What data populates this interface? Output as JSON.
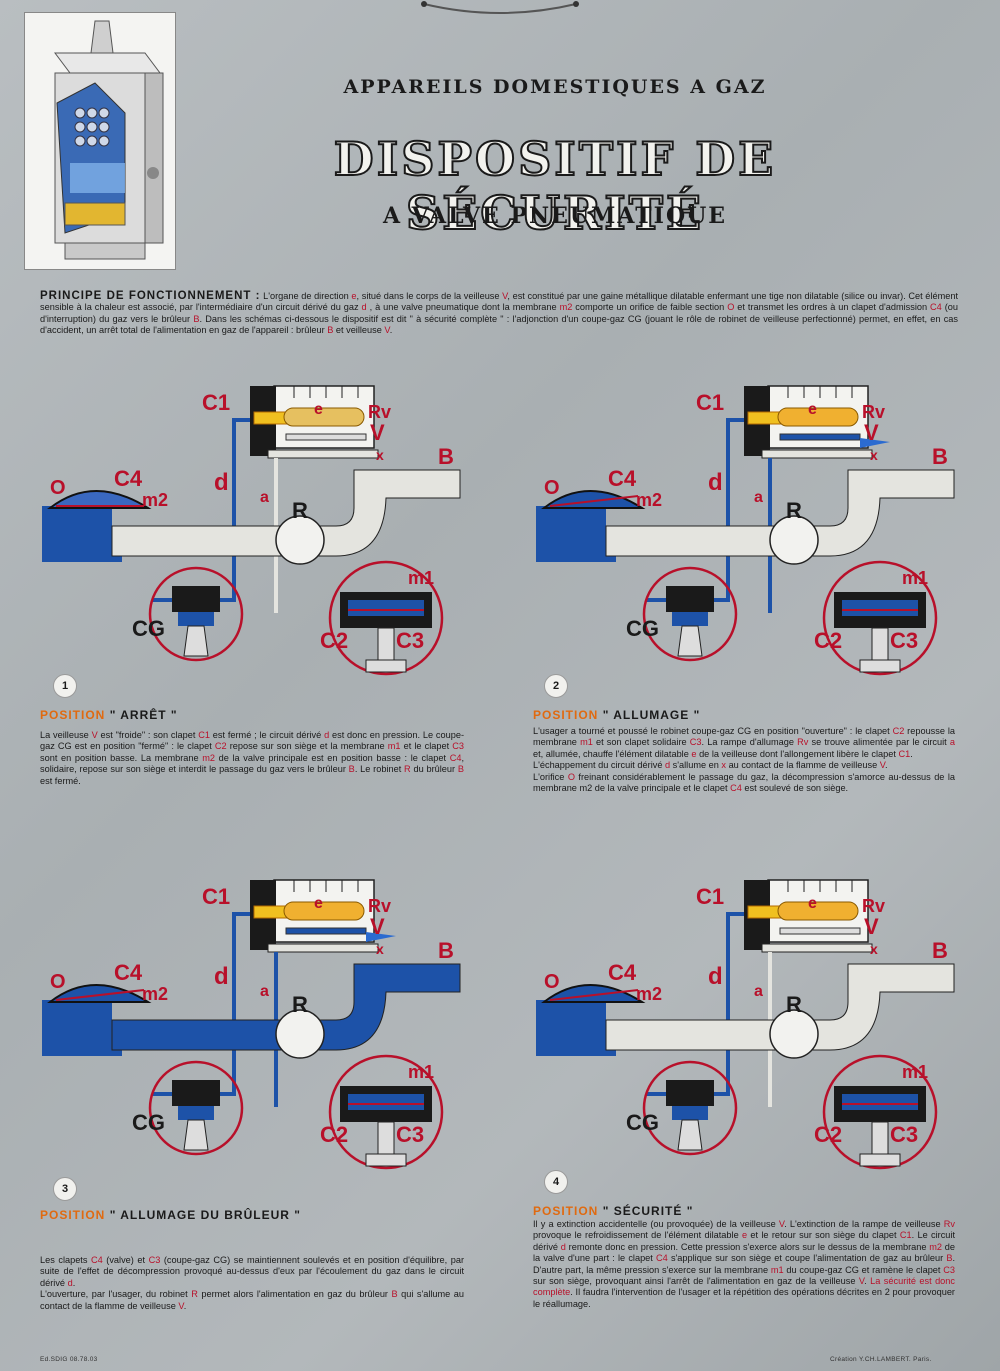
{
  "header": {
    "line1": "APPAREILS DOMESTIQUES A GAZ",
    "line2": "DISPOSITIF DE SÉCURITÉ",
    "line3": "A VALVE PNEUMATIQUE"
  },
  "principle": {
    "heading": "PRINCIPE DE FONCTIONNEMENT :",
    "segments": [
      {
        "t": "L'organe de direction ",
        "r": false
      },
      {
        "t": "e",
        "r": true
      },
      {
        "t": ", situé dans le corps de la veilleuse ",
        "r": false
      },
      {
        "t": "V",
        "r": true
      },
      {
        "t": ", est constitué par une gaine métallique dilatable enfermant une tige non dilatable (silice ou invar). Cet élément sensible à la chaleur est associé, par l'intermédiaire d'un circuit dérivé du gaz ",
        "r": false
      },
      {
        "t": "d",
        "r": true
      },
      {
        "t": " , à une valve pneumatique dont la membrane ",
        "r": false
      },
      {
        "t": "m2",
        "r": true
      },
      {
        "t": " comporte un orifice de faible section ",
        "r": false
      },
      {
        "t": "O",
        "r": true
      },
      {
        "t": " et transmet les ordres à un clapet d'admission ",
        "r": false
      },
      {
        "t": "C4",
        "r": true
      },
      {
        "t": " (ou d'interruption) du gaz vers le brûleur ",
        "r": false
      },
      {
        "t": "B",
        "r": true
      },
      {
        "t": ". Dans les schémas ci-dessous le dispositif est dit \" à sécurité complète \" : l'adjonction d'un coupe-gaz CG (jouant le rôle de robinet de veilleuse perfectionné) permet, en effet, en cas d'accident, un arrêt total de l'alimentation en gaz de l'appareil : brûleur ",
        "r": false
      },
      {
        "t": "B",
        "r": true
      },
      {
        "t": " et veilleuse ",
        "r": false
      },
      {
        "t": "V",
        "r": true
      },
      {
        "t": ".",
        "r": false
      }
    ]
  },
  "labels": {
    "C1": "C1",
    "e": "e",
    "Rv": "Rv",
    "V": "V",
    "x": "x",
    "B": "B",
    "O": "O",
    "C4": "C4",
    "m2": "m2",
    "d": "d",
    "a": "a",
    "R": "R",
    "m1": "m1",
    "CG": "CG",
    "C2": "C2",
    "C3": "C3"
  },
  "panels": [
    {
      "num": "1",
      "pos_word": "POSITION",
      "pos_name": "\" ARRÊT \"",
      "paragraphs": [
        [
          {
            "t": "La veilleuse ",
            "r": false
          },
          {
            "t": "V",
            "r": true
          },
          {
            "t": " est \"froide\" : son clapet ",
            "r": false
          },
          {
            "t": "C1",
            "r": true
          },
          {
            "t": " est fermé ; le circuit dérivé ",
            "r": false
          },
          {
            "t": "d",
            "r": true
          },
          {
            "t": " est donc en pression. Le coupe-gaz CG est en position \"fermé\" : le clapet ",
            "r": false
          },
          {
            "t": "C2",
            "r": true
          },
          {
            "t": " repose sur son siège et la membrane ",
            "r": false
          },
          {
            "t": "m1",
            "r": true
          },
          {
            "t": " et le clapet ",
            "r": false
          },
          {
            "t": "C3",
            "r": true
          },
          {
            "t": " sont en position basse. La membrane ",
            "r": false
          },
          {
            "t": "m2",
            "r": true
          },
          {
            "t": " de la valve principale est en position basse : le clapet ",
            "r": false
          },
          {
            "t": "C4",
            "r": true
          },
          {
            "t": ", solidaire, repose sur son siège et interdit le passage du gaz vers le brûleur ",
            "r": false
          },
          {
            "t": "B",
            "r": true
          },
          {
            "t": ". Le robinet ",
            "r": false
          },
          {
            "t": "R",
            "r": true
          },
          {
            "t": " du brûleur ",
            "r": false
          },
          {
            "t": "B",
            "r": true
          },
          {
            "t": " est fermé.",
            "r": false
          }
        ]
      ]
    },
    {
      "num": "2",
      "pos_word": "POSITION",
      "pos_name": "\" ALLUMAGE \"",
      "paragraphs": [
        [
          {
            "t": "L'usager a tourné et poussé le robinet coupe-gaz CG en position \"ouverture\" : le clapet ",
            "r": false
          },
          {
            "t": "C2",
            "r": true
          },
          {
            "t": " repousse la membrane ",
            "r": false
          },
          {
            "t": "m1",
            "r": true
          },
          {
            "t": " et son clapet solidaire ",
            "r": false
          },
          {
            "t": "C3",
            "r": true
          },
          {
            "t": ". La rampe d'allumage ",
            "r": false
          },
          {
            "t": "Rv",
            "r": true
          },
          {
            "t": " se trouve alimentée par le circuit ",
            "r": false
          },
          {
            "t": "a",
            "r": true
          },
          {
            "t": " et, allumée, chauffe l'élément dilatable ",
            "r": false
          },
          {
            "t": "e",
            "r": true
          },
          {
            "t": " de la veilleuse dont l'allongement libère le clapet ",
            "r": false
          },
          {
            "t": "C1",
            "r": true
          },
          {
            "t": ".",
            "r": false
          }
        ],
        [
          {
            "t": "L'échappement du circuit dérivé ",
            "r": false
          },
          {
            "t": "d",
            "r": true
          },
          {
            "t": " s'allume en ",
            "r": false
          },
          {
            "t": "x",
            "r": true
          },
          {
            "t": " au contact de la flamme de veilleuse ",
            "r": false
          },
          {
            "t": "V",
            "r": true
          },
          {
            "t": ".",
            "r": false
          }
        ],
        [
          {
            "t": "L'orifice ",
            "r": false
          },
          {
            "t": "O",
            "r": true
          },
          {
            "t": " freinant considérablement le passage du gaz, la décompression s'amorce au-dessus de la membrane m2 de la valve principale et le clapet ",
            "r": false
          },
          {
            "t": "C4",
            "r": true
          },
          {
            "t": " est soulevé de son siège.",
            "r": false
          }
        ]
      ]
    },
    {
      "num": "3",
      "pos_word": "POSITION",
      "pos_name": "\" ALLUMAGE DU BRÛLEUR \"",
      "paragraphs": [
        [
          {
            "t": "Les clapets ",
            "r": false
          },
          {
            "t": "C4",
            "r": true
          },
          {
            "t": " (valve) et ",
            "r": false
          },
          {
            "t": "C3",
            "r": true
          },
          {
            "t": " (coupe-gaz CG) se maintiennent soulevés et en position d'équilibre, par suite de l'effet de décompression provoqué au-dessus d'eux par l'écoulement du gaz dans le circuit dérivé ",
            "r": false
          },
          {
            "t": "d",
            "r": true
          },
          {
            "t": ".",
            "r": false
          }
        ],
        [
          {
            "t": "L'ouverture, par l'usager, du robinet ",
            "r": false
          },
          {
            "t": "R",
            "r": true
          },
          {
            "t": " permet alors l'alimentation en gaz du brûleur ",
            "r": false
          },
          {
            "t": "B",
            "r": true
          },
          {
            "t": " qui s'allume au contact de la flamme de veilleuse ",
            "r": false
          },
          {
            "t": "V",
            "r": true
          },
          {
            "t": ".",
            "r": false
          }
        ]
      ]
    },
    {
      "num": "4",
      "pos_word": "POSITION",
      "pos_name": "\" SÉCURITÉ \"",
      "paragraphs": [
        [
          {
            "t": "Il y a extinction accidentelle (ou provoquée) de la veilleuse ",
            "r": false
          },
          {
            "t": "V",
            "r": true
          },
          {
            "t": ". L'extinction de la rampe de veilleuse ",
            "r": false
          },
          {
            "t": "Rv",
            "r": true
          },
          {
            "t": " provoque le refroidissement de l'élément dilatable ",
            "r": false
          },
          {
            "t": "e",
            "r": true
          },
          {
            "t": " et le retour sur son siège du clapet ",
            "r": false
          },
          {
            "t": "C1",
            "r": true
          },
          {
            "t": ". Le circuit dérivé ",
            "r": false
          },
          {
            "t": "d",
            "r": true
          },
          {
            "t": " remonte donc en pression. Cette pression s'exerce alors sur le dessus de la membrane ",
            "r": false
          },
          {
            "t": "m2",
            "r": true
          },
          {
            "t": " de la valve d'une part : le clapet ",
            "r": false
          },
          {
            "t": "C4",
            "r": true
          },
          {
            "t": " s'applique sur son siège et coupe l'alimentation de gaz au brûleur ",
            "r": false
          },
          {
            "t": "B",
            "r": true
          },
          {
            "t": ". D'autre part, la même pression s'exerce sur la membrane ",
            "r": false
          },
          {
            "t": "m1",
            "r": true
          },
          {
            "t": " du coupe-gaz CG et ramène le clapet ",
            "r": false
          },
          {
            "t": "C3",
            "r": true
          },
          {
            "t": " sur son siège, provoquant ainsi l'arrêt de l'alimentation en gaz de la veilleuse ",
            "r": false
          },
          {
            "t": "V",
            "r": true
          },
          {
            "t": ". ",
            "r": false
          },
          {
            "t": "La sécurité est donc complète",
            "r": true
          },
          {
            "t": ". Il faudra l'intervention de l'usager et la répétition des opérations décrites en 2 pour provoquer le réallumage.",
            "r": false
          }
        ]
      ]
    }
  ],
  "footer": {
    "left": "Ed.SDIG 08.78.03",
    "right": "Création Y.CH.LAMBERT. Paris."
  },
  "colors": {
    "gas_blue": "#1d52a8",
    "pipe_white": "#e4e4df",
    "label_red": "#b8102a",
    "position_orange": "#e06a10",
    "flame": "#f0c020"
  }
}
